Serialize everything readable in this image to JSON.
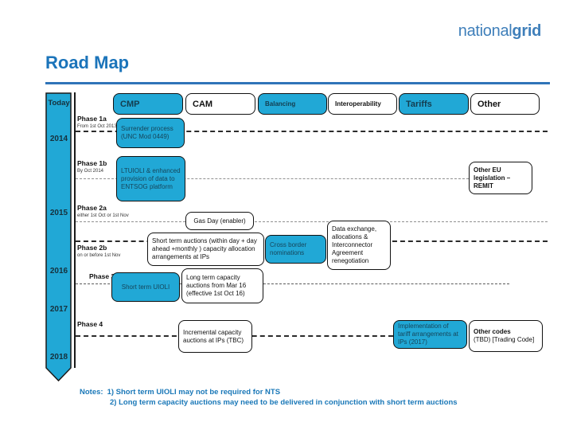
{
  "logo": {
    "normal": "national",
    "bold": "grid"
  },
  "page": {
    "title": "Road Map"
  },
  "colors": {
    "cyan": "#21a8d6",
    "title_blue": "#1b74ba",
    "logo_blue": "#3f7fba"
  },
  "timeline": {
    "today": "Today",
    "years": [
      "2014",
      "2015",
      "2016",
      "2017",
      "2018"
    ]
  },
  "columns": [
    {
      "label": "CMP"
    },
    {
      "label": "CAM"
    },
    {
      "label": "Balancing"
    },
    {
      "label": "Interoperability"
    },
    {
      "label": "Tariffs"
    },
    {
      "label": "Other"
    }
  ],
  "phases": [
    {
      "label": "Phase 1a",
      "subtitle": "From 1st Oct 2013"
    },
    {
      "label": "Phase 1b",
      "subtitle": "By Oct 2014"
    },
    {
      "label": "Phase 2a",
      "subtitle": "either 1st Oct or 1st Nov"
    },
    {
      "label": "Phase 2b",
      "subtitle": "on or before 1st Nov"
    },
    {
      "label": "Phase 3"
    },
    {
      "label": "Phase 4"
    }
  ],
  "boxes": {
    "surrender": "Surrender process (UNC Mod 0449)",
    "ltuioli": "LTUIOLI & enhanced provision of data to ENTSOG platform",
    "other_eu": "Other EU legislation – REMIT",
    "gas_day": "Gas Day (enabler)",
    "short_term_auctions": "Short term auctions (within day + day ahead +monthly ) capacity allocation arrangements at IPs",
    "cross_border": "Cross border nominations",
    "data_exchange": "Data exchange, allocations & Interconnector Agreement renegotiation",
    "short_term_uioli": "Short term UIOLI",
    "long_term": "Long term capacity auctions from Mar 16 (effective 1st Oct 16)",
    "incremental": "Incremental capacity auctions at IPs (TBC)",
    "implementation": "Implementation of tariff arrangements at IPs (2017)",
    "other_codes_title": "Other codes",
    "other_codes_text": "(TBD) [Trading Code]"
  },
  "notes": {
    "prefix": "Notes:",
    "line1": "1) Short term UIOLI may not be required for NTS",
    "line2": "2) Long term capacity auctions may need to be delivered in conjunction with short term auctions"
  }
}
